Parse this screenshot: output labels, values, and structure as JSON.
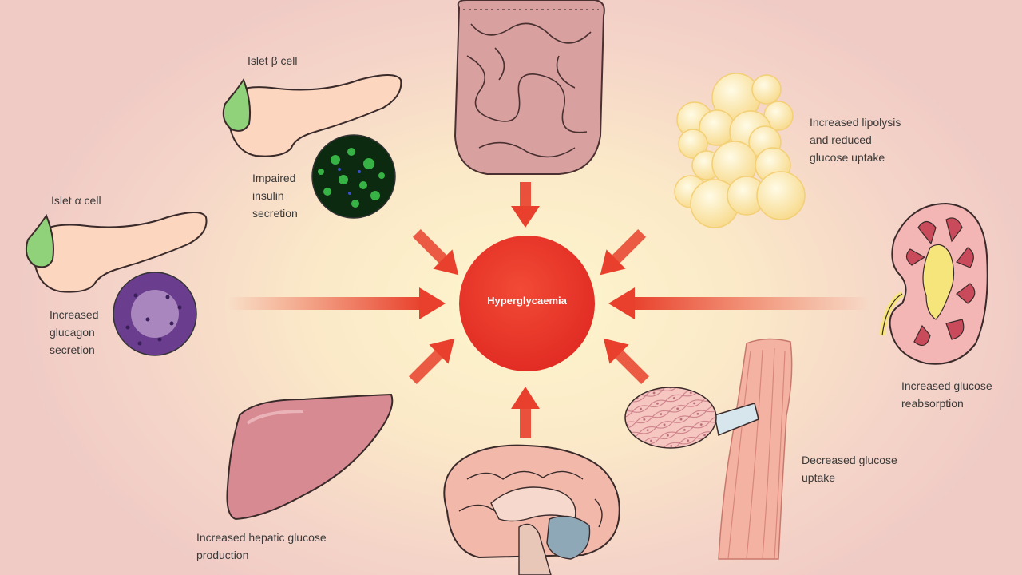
{
  "center": {
    "label": "Hyperglycaemia"
  },
  "labels": {
    "islet_beta": "Islet β cell",
    "impaired_insulin": "Impaired\ninsulin\nsecretion",
    "islet_alpha": "Islet α cell",
    "increased_glucagon": "Increased\nglucagon\nsecretion",
    "lipolysis": "Increased lipolysis\nand reduced\nglucose uptake",
    "kidney": "Increased glucose\nreabsorption",
    "muscle": "Decreased glucose\nuptake",
    "liver": "Increased hepatic glucose\nproduction"
  },
  "colors": {
    "hub": "#e8352a",
    "arrow": "#e8402c",
    "pancreas": "#fcd6bf",
    "islet": "#8fd27a",
    "intestine": "#d9a0a0",
    "fat": "#fde9a8",
    "kidney": "#c94a5a",
    "liver": "#d88a92",
    "brain": "#f2b9ab",
    "muscle": "#f0a89a"
  }
}
